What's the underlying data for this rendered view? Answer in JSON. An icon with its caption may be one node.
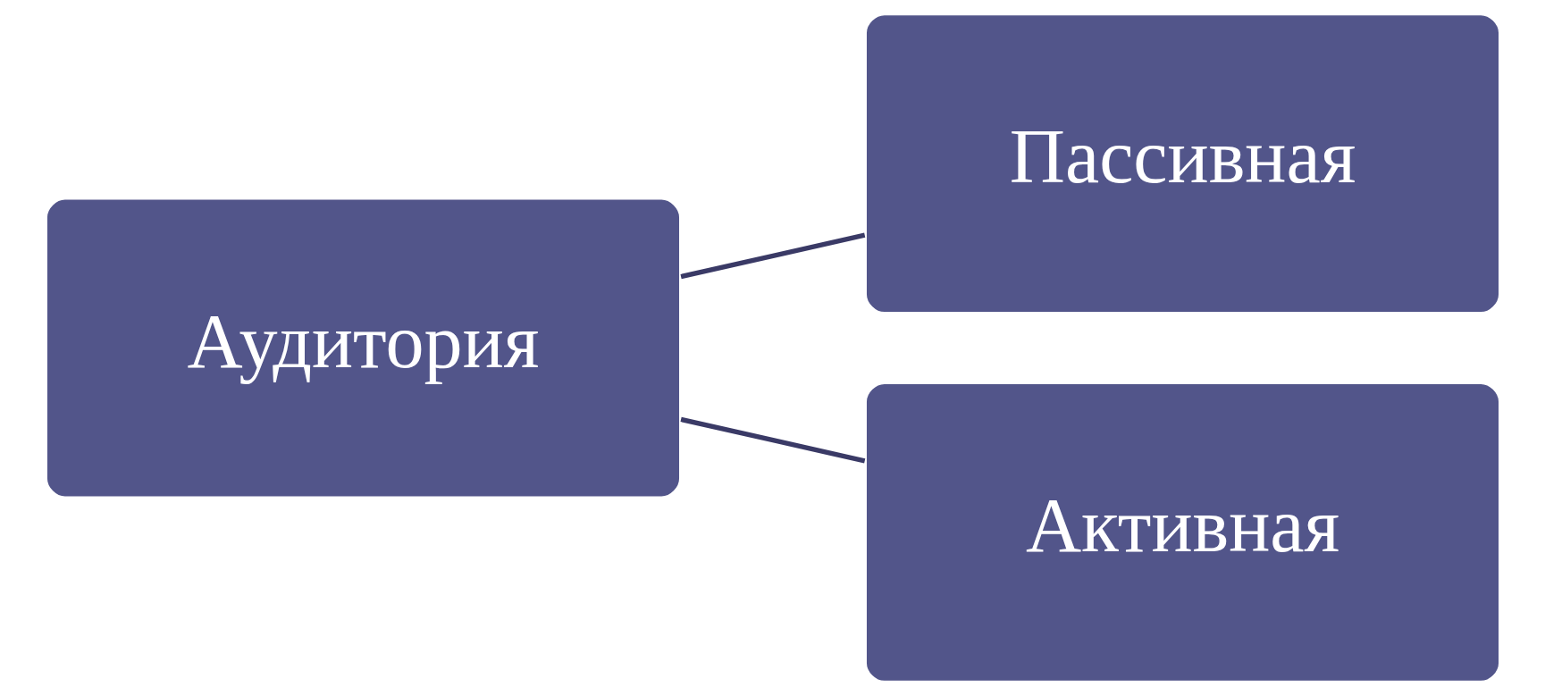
{
  "diagram": {
    "nodes": [
      {
        "text": [
          "Аудитория"
        ]
      },
      {
        "text": [
          "Пассивная"
        ]
      },
      {
        "text": [
          "Активная"
        ]
      }
    ],
    "edges": [
      {
        "from": 0,
        "to": 1,
        "arrow": "none"
      },
      {
        "from": 0,
        "to": 2,
        "arrow": "none"
      }
    ]
  }
}
